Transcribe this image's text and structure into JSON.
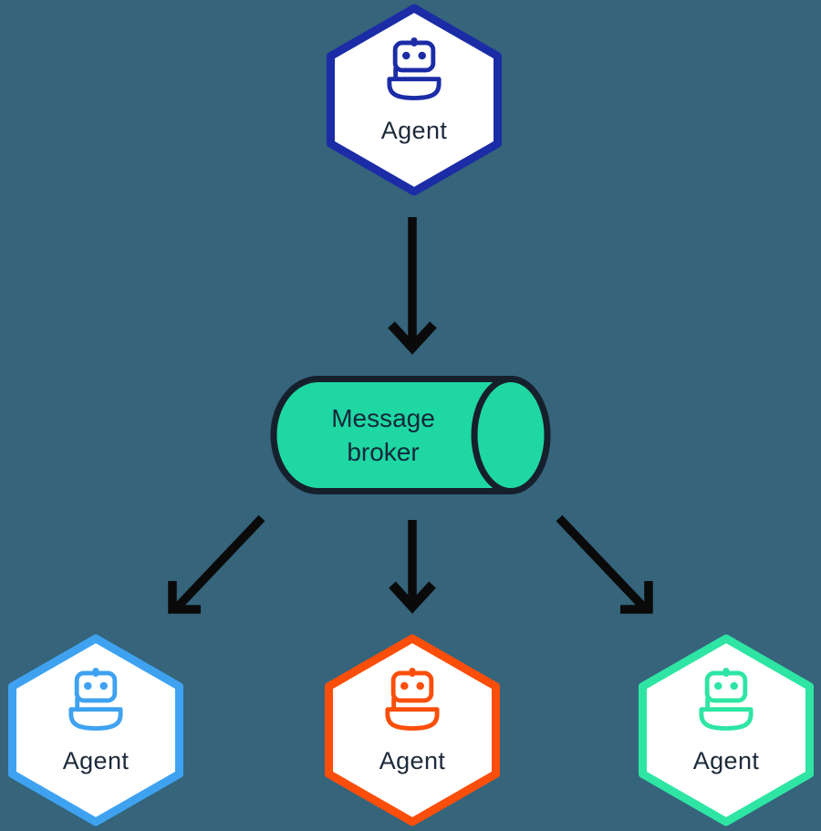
{
  "background_color": "#35647B",
  "arrow_color": "#0A0A0A",
  "label_color": "#1D2A3A",
  "nodes": {
    "top_agent": {
      "label": "Agent",
      "accent": "#1B2CA6",
      "fill": "#FFFFFF"
    },
    "broker": {
      "label": "Message broker",
      "fill": "#1FD7A3",
      "outline": "#16202C",
      "text_color": "#13283A"
    },
    "agent_left": {
      "label": "Agent",
      "accent": "#3FA2F1",
      "fill": "#FFFFFF"
    },
    "agent_middle": {
      "label": "Agent",
      "accent": "#FB4E0A",
      "fill": "#FFFFFF"
    },
    "agent_right": {
      "label": "Agent",
      "accent": "#2EE5A4",
      "fill": "#FFFFFF"
    }
  },
  "edges": [
    {
      "from": "top_agent",
      "to": "broker"
    },
    {
      "from": "broker",
      "to": "agent_left"
    },
    {
      "from": "broker",
      "to": "agent_middle"
    },
    {
      "from": "broker",
      "to": "agent_right"
    }
  ]
}
